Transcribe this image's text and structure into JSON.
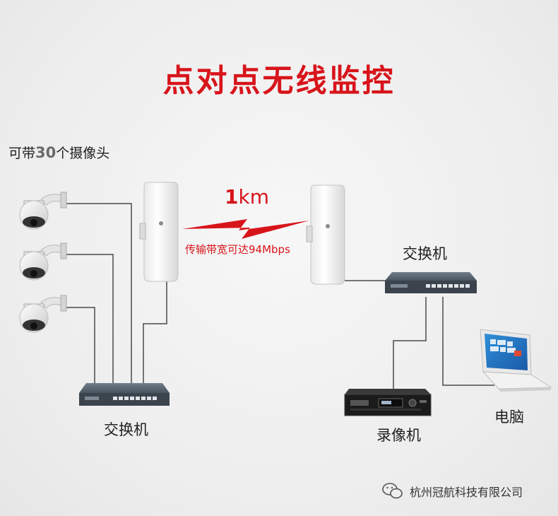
{
  "title": "点对点无线监控",
  "camera_note": {
    "prefix": "可带",
    "count": "30",
    "suffix": "个摄像头"
  },
  "link": {
    "distance_value": "1",
    "distance_unit": "km",
    "bandwidth": "传输带宽可达94Mbps"
  },
  "labels": {
    "switch_left": "交换机",
    "switch_right": "交换机",
    "nvr": "录像机",
    "pc": "电脑"
  },
  "watermark": "杭州冠航科技有限公司",
  "colors": {
    "accent": "#d8141b",
    "cable": "#4a4a4a",
    "background": "#ededed"
  },
  "icons": [
    "ptz-camera-icon",
    "wireless-bridge-icon",
    "network-switch-icon",
    "video-recorder-icon",
    "laptop-icon",
    "wechat-icon"
  ]
}
